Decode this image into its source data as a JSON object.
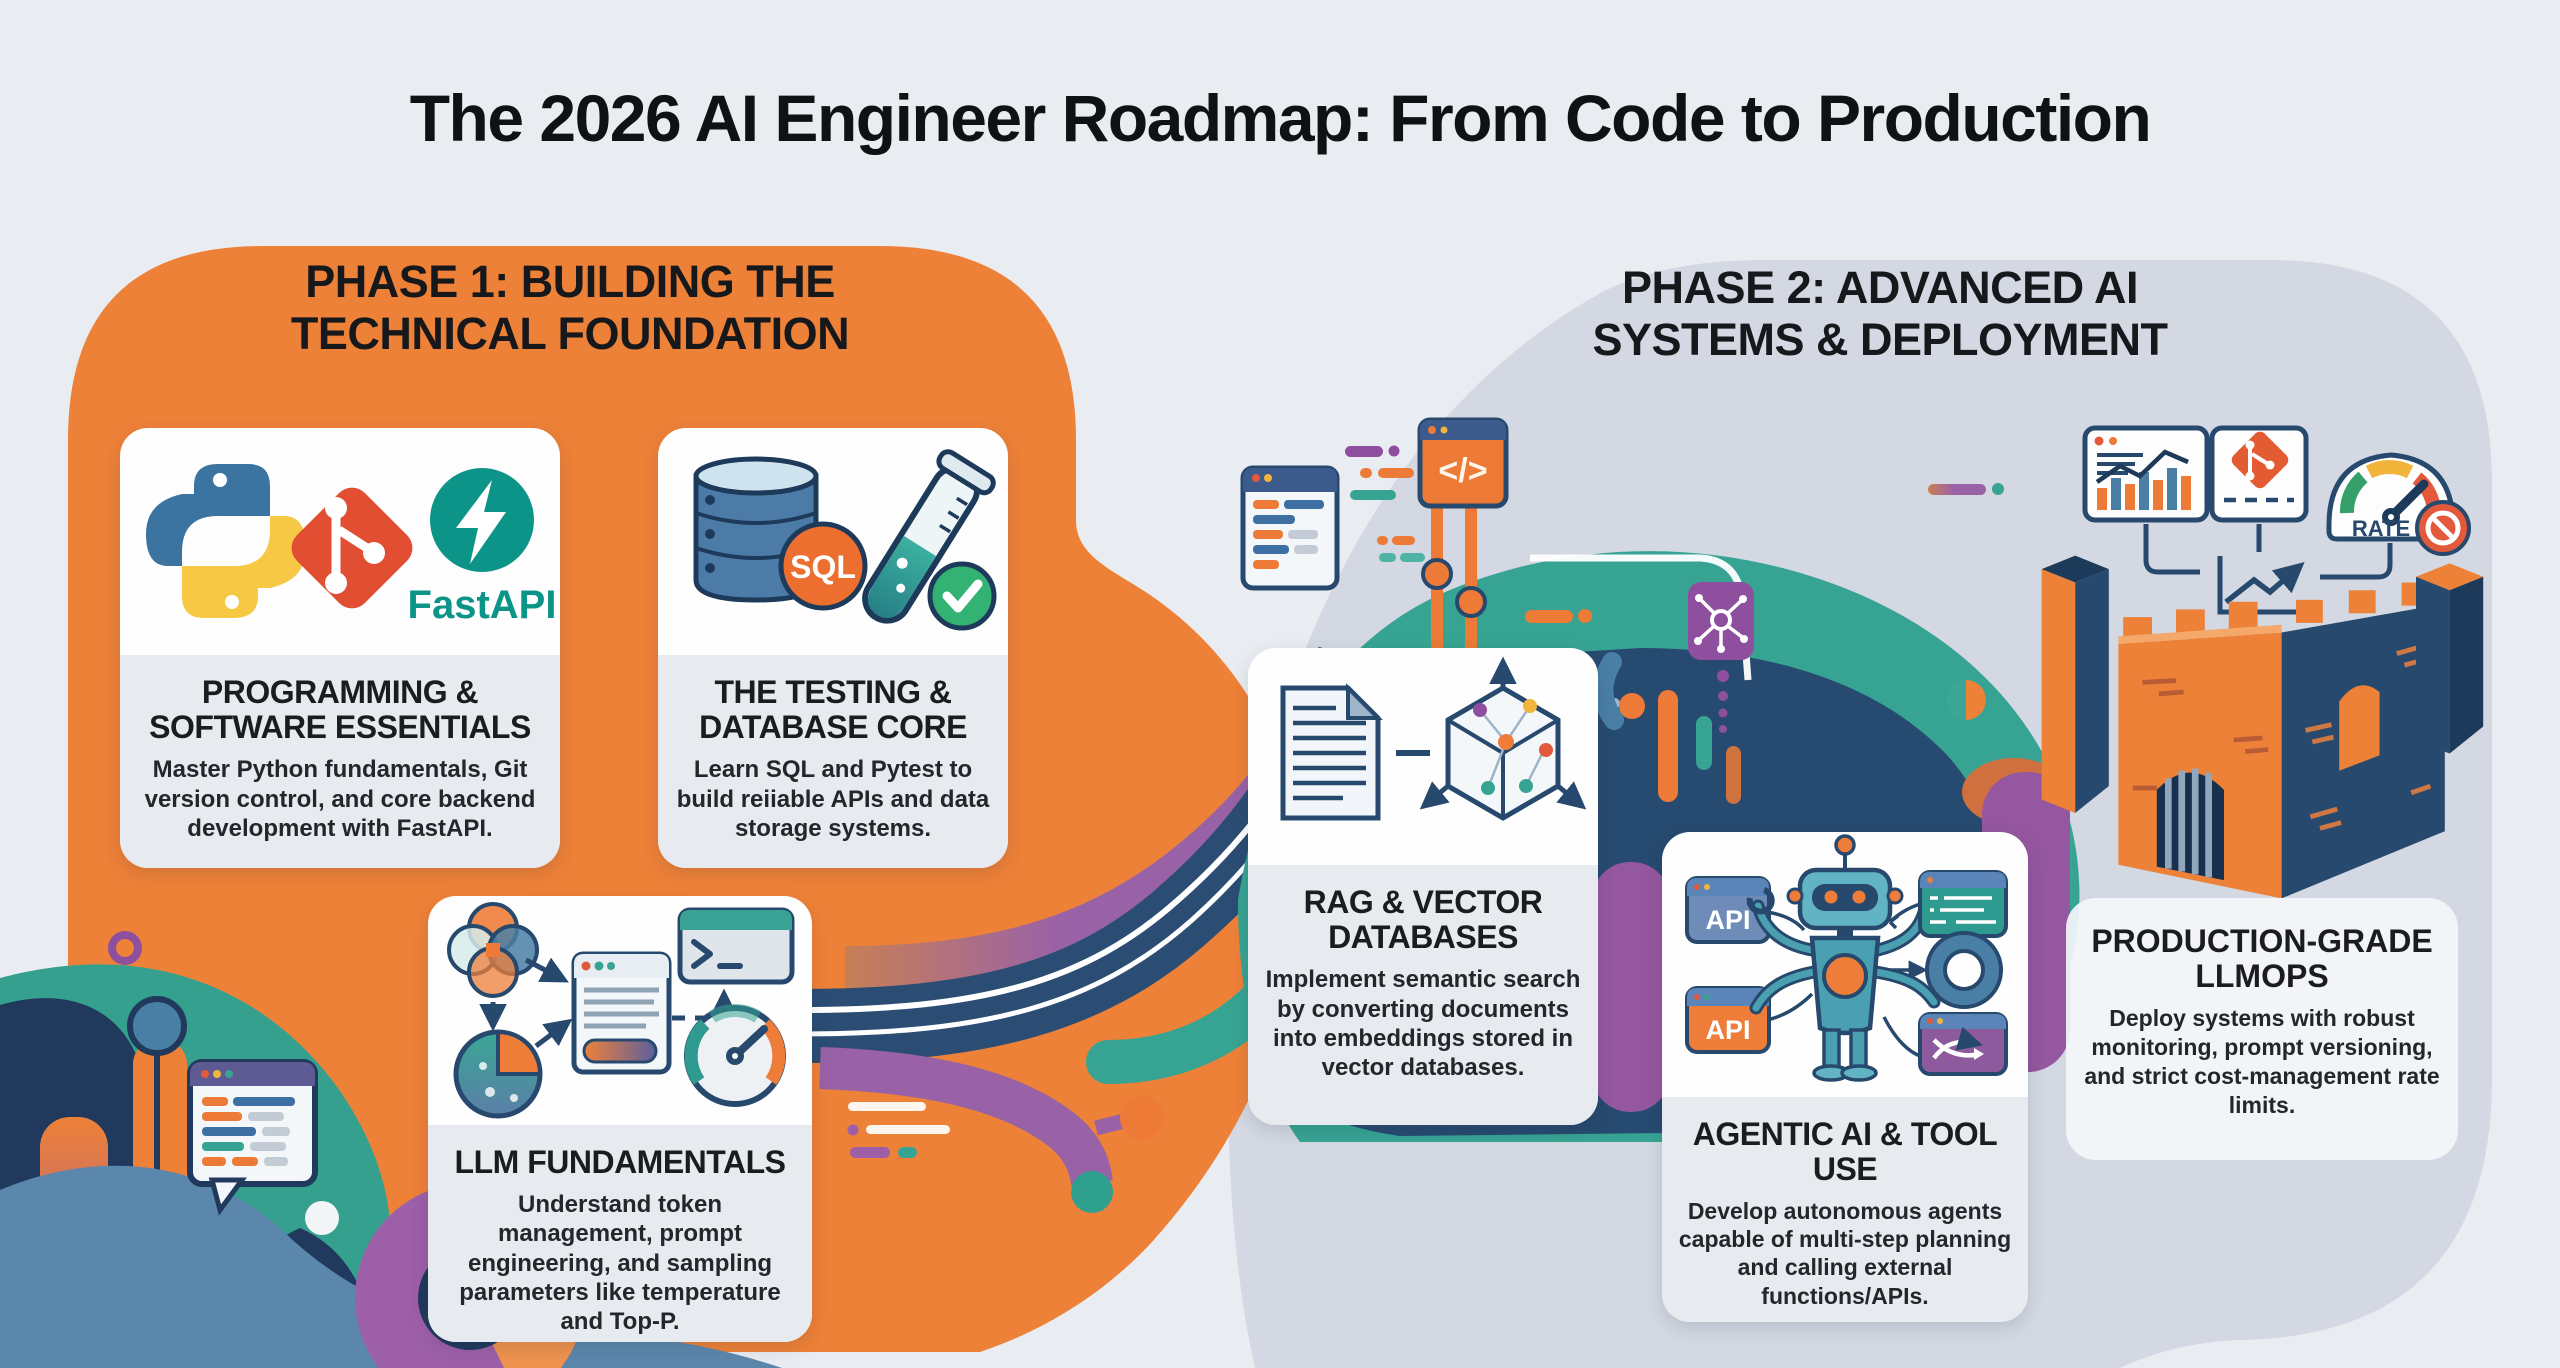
{
  "title": "The 2026 AI Engineer Roadmap: From Code to Production",
  "phase1": {
    "heading": "PHASE 1: BUILDING THE TECHNICAL FOUNDATION",
    "cards": [
      {
        "title": "PROGRAMMING & SOFTWARE ESSENTIALS",
        "description": "Master Python fundamentals, Git version control, and core backend development with FastAPI.",
        "icons": [
          "python-logo",
          "git-logo",
          "fastapi-logo"
        ]
      },
      {
        "title": "THE TESTING & DATABASE CORE",
        "description": "Learn SQL and Pytest to build reiiable APIs and data storage systems.",
        "icons": [
          "database-cylinder",
          "sql-badge",
          "test-tube",
          "check-circle"
        ]
      },
      {
        "title": "LLM FUNDAMENTALS",
        "description": "Understand token management, prompt engineering, and sampling parameters like temperature and Top-P.",
        "icons": [
          "venn-diagram",
          "pie-chart",
          "browser-window",
          "terminal-window",
          "gauge"
        ]
      }
    ]
  },
  "phase2": {
    "heading": "PHASE 2: ADVANCED AI SYSTEMS & DEPLOYMENT",
    "cards": [
      {
        "title": "RAG & VECTOR DATABASES",
        "description": "Implement semantic search by converting documents into embeddings stored in vector databases.",
        "icons": [
          "document",
          "vector-cube"
        ]
      },
      {
        "title": "AGENTIC AI & TOOL USE",
        "description": "Develop autonomous agents capable of multi-step planning and calling external functions/APIs.",
        "icons": [
          "api-window-blue",
          "api-window-orange",
          "robot",
          "terminal-window-teal",
          "ring",
          "shuffle-window"
        ]
      },
      {
        "title": "PRODUCTION-GRADE LLMOPS",
        "description": "Deploy systems with robust monitoring, prompt versioning, and strict cost-management rate limits.",
        "icons": [
          "monitoring-window",
          "git-window",
          "rate-gauge",
          "no-entry-badge",
          "trend-arrow",
          "fortress"
        ]
      }
    ]
  },
  "labels": {
    "fastapi": "FastAPI",
    "sql": "SQL",
    "api": "API",
    "rate": "RATE",
    "code_glyph": "</>"
  },
  "colors": {
    "background": "#e9edf1",
    "phase1_blob": "#ee8138",
    "phase2_blob": "#d3d8e2",
    "navy": "#27496d",
    "teal": "#37a493",
    "purple": "#95579f",
    "card_bg": "#fefefe",
    "card_panel": "#e7ebef",
    "git_red": "#e14e32",
    "python_blue": "#3b74a0",
    "python_yellow": "#f6c843",
    "fastapi_teal": "#0d9488",
    "sql_orange": "#ed6f30",
    "check_green": "#33b273",
    "rate_red": "#e2593b"
  }
}
